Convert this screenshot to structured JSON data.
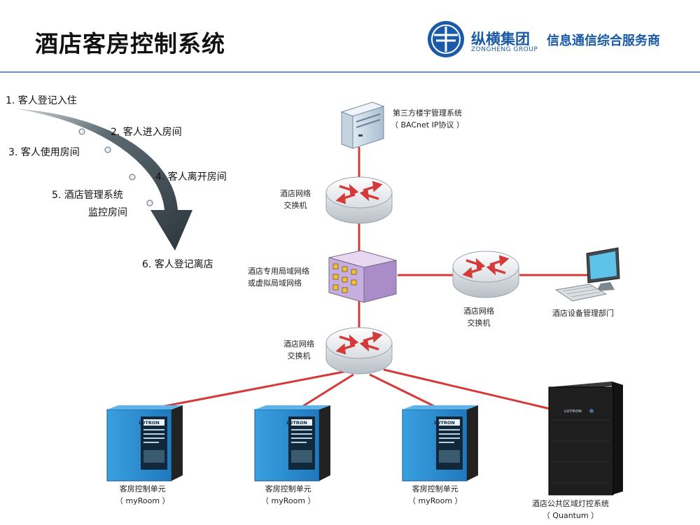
{
  "header": {
    "title": "酒店客房控制系统",
    "logo_name": "纵横集团",
    "logo_sub": "ZONGHENG GROUP",
    "tagline": "信息通信综合服务商"
  },
  "steps": [
    "1. 客人登记入住",
    "2. 客人进入房间",
    "3. 客人使用房间",
    "4. 客人离开房间",
    "5. 酒店管理系统",
    "监控房间",
    "6. 客人登记离店"
  ],
  "nodes": {
    "bms_server": {
      "line1": "第三方楼宇管理系统",
      "line2": "（ BACnet IP协议 ）"
    },
    "switch_top": {
      "line1": "酒店网络",
      "line2": "交换机"
    },
    "vlan": {
      "line1": "酒店专用局域网络",
      "line2": "或虚拟局域网络"
    },
    "switch_right": {
      "line1": "酒店网络",
      "line2": "交换机"
    },
    "mgmt_dept": {
      "line1": "酒店设备管理部门"
    },
    "switch_bottom": {
      "line1": "酒店网络",
      "line2": "交换机"
    },
    "room_units": [
      {
        "line1": "客房控制单元",
        "line2": "（ myRoom ）"
      },
      {
        "line1": "客房控制单元",
        "line2": "（ myRoom ）"
      },
      {
        "line1": "客房控制单元",
        "line2": "（ myRoom ）"
      }
    ],
    "quantum": {
      "line1": "酒店公共区域灯控系统",
      "line2": "（ Quantum ）"
    },
    "brand": "LUTRON"
  },
  "colors": {
    "link": "#d43a3a",
    "title_rule": "#6f8fb0",
    "brand_blue": "#1a5aa6",
    "panel_blue": "#2f8fd0",
    "arrow_dark": "#3a4650"
  }
}
